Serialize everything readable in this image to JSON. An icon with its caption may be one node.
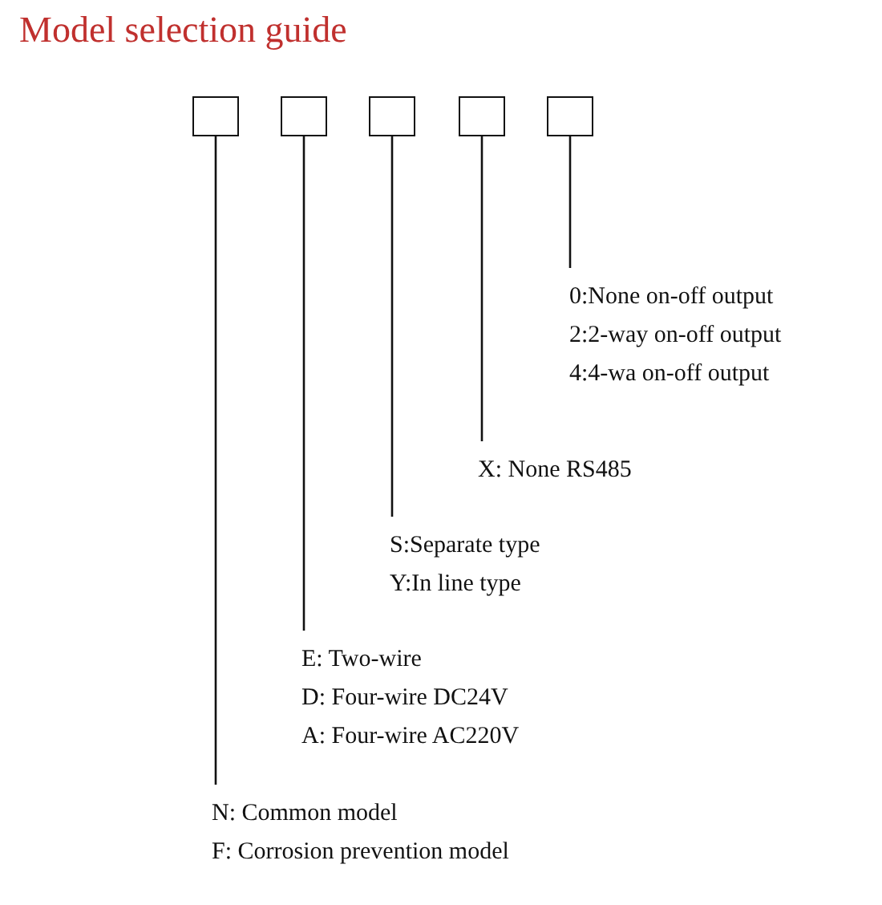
{
  "diagram": {
    "title": "Model selection guide",
    "nodes": [
      {
        "text": [],
        "shape": "box"
      },
      {
        "text": [],
        "shape": "box"
      },
      {
        "text": [],
        "shape": "box"
      },
      {
        "text": [],
        "shape": "box"
      },
      {
        "text": [],
        "shape": "box"
      },
      {
        "text": [
          "0:None on-off output",
          "2:2-way on-off output",
          "4:4-wa on-off output"
        ]
      },
      {
        "text": [
          "X: None RS485"
        ]
      },
      {
        "text": [
          "S:Separate type",
          "Y:In line type"
        ]
      },
      {
        "text": [
          "E: Two-wire",
          "D: Four-wire DC24V",
          "A: Four-wire AC220V"
        ]
      },
      {
        "text": [
          "N: Common model",
          "F: Corrosion prevention model"
        ]
      }
    ],
    "edges": [
      {
        "from": 4,
        "to": 5,
        "arrow": "none"
      },
      {
        "from": 3,
        "to": 6,
        "arrow": "none"
      },
      {
        "from": 2,
        "to": 7,
        "arrow": "none"
      },
      {
        "from": 1,
        "to": 8,
        "arrow": "none"
      },
      {
        "from": 0,
        "to": 9,
        "arrow": "none"
      }
    ]
  }
}
